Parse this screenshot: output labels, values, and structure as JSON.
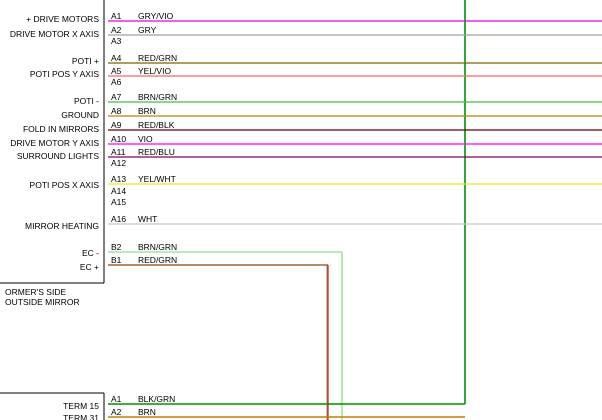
{
  "module_a": {
    "caption_lines": [
      "ORMER'S SIDE",
      "OUTSIDE MIRROR"
    ],
    "pins": [
      {
        "pin": "A1",
        "label": "+ DRIVE MOTORS",
        "wire": "GRY/VIO",
        "color": "#e000e0"
      },
      {
        "pin": "A2",
        "label": "DRIVE MOTOR X AXIS",
        "wire": "GRY",
        "color": "#a0a0a0"
      },
      {
        "pin": "A3",
        "label": "",
        "wire": "",
        "color": ""
      },
      {
        "pin": "A4",
        "label": "POTI +",
        "wire": "RED/GRN",
        "color": "#806000"
      },
      {
        "pin": "A5",
        "label": "POTI POS Y AXIS",
        "wire": "YEL/VIO",
        "color": "#ff6060"
      },
      {
        "pin": "A6",
        "label": "",
        "wire": "",
        "color": ""
      },
      {
        "pin": "A7",
        "label": "POTI -",
        "wire": "BRN/GRN",
        "color": "#40c040"
      },
      {
        "pin": "A8",
        "label": "GROUND",
        "wire": "BRN",
        "color": "#c08000"
      },
      {
        "pin": "A9",
        "label": "FOLD IN MIRRORS",
        "wire": "RED/BLK",
        "color": "#600000"
      },
      {
        "pin": "A10",
        "label": "DRIVE MOTOR Y AXIS",
        "wire": "VIO",
        "color": "#ff00ff"
      },
      {
        "pin": "A11",
        "label": "SURROUND LIGHTS",
        "wire": "RED/BLU",
        "color": "#800060"
      },
      {
        "pin": "A12",
        "label": "",
        "wire": "",
        "color": ""
      },
      {
        "pin": "A13",
        "label": "POTI POS X AXIS",
        "wire": "YEL/WHT",
        "color": "#e8e820"
      },
      {
        "pin": "A14",
        "label": "",
        "wire": "",
        "color": ""
      },
      {
        "pin": "A15",
        "label": "",
        "wire": "",
        "color": ""
      },
      {
        "pin": "A16",
        "label": "MIRROR HEATING",
        "wire": "WHT",
        "color": "#c8c8c8"
      },
      {
        "pin": "B2",
        "label": "EC -",
        "wire": "BRN/GRN",
        "color": "#90e090"
      },
      {
        "pin": "B1",
        "label": "EC +",
        "wire": "RED/GRN",
        "color": "#8b4513"
      }
    ]
  },
  "module_b": {
    "pins": [
      {
        "pin": "A1",
        "label": "TERM 15",
        "wire": "BLK/GRN",
        "color": "#009000"
      },
      {
        "pin": "A2",
        "label": "TERM 31",
        "wire": "BRN",
        "color": "#c08000"
      }
    ]
  },
  "vertical_wire_color": "#009000"
}
